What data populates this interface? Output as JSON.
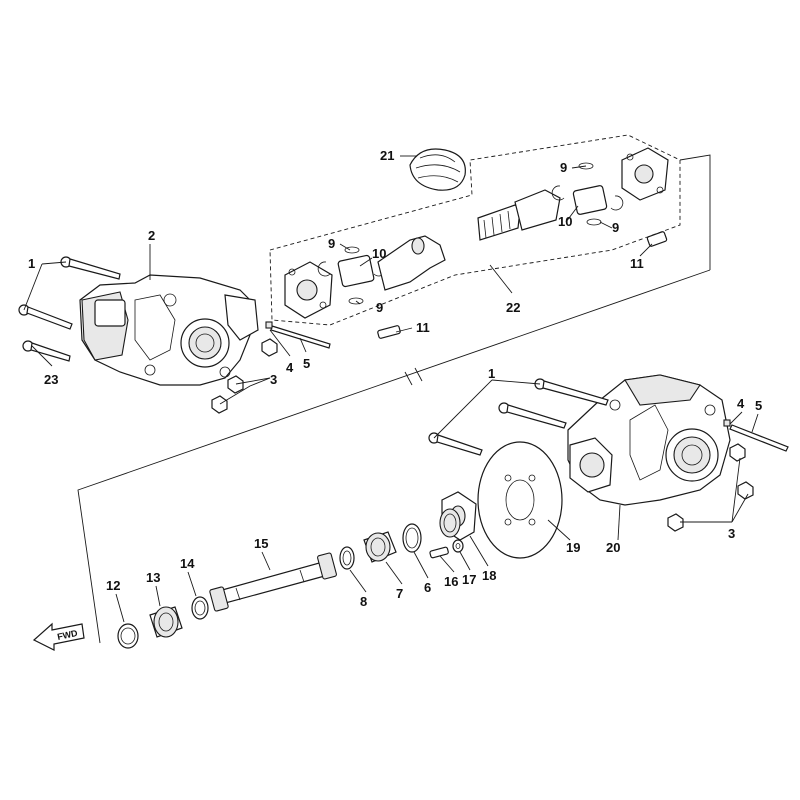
{
  "diagram": {
    "direction_label": "FWD",
    "callouts": {
      "c1a": "1",
      "c2": "2",
      "c3a": "3",
      "c4a": "4",
      "c5a": "5",
      "c9a": "9",
      "c9b": "9",
      "c9c": "9",
      "c9d": "9",
      "c10a": "10",
      "c10b": "10",
      "c11a": "11",
      "c11b": "11",
      "c21": "21",
      "c22": "22",
      "c23": "23",
      "c1b": "1",
      "c4b": "4",
      "c5b": "5",
      "c3b": "3",
      "c12": "12",
      "c13": "13",
      "c14": "14",
      "c15": "15",
      "c8": "8",
      "c7": "7",
      "c6": "6",
      "c16": "16",
      "c17": "17",
      "c18": "18",
      "c19": "19",
      "c20": "20"
    },
    "colors": {
      "line": "#1a1a1a",
      "fill": "#ffffff",
      "shade": "#e8e8e8"
    }
  }
}
